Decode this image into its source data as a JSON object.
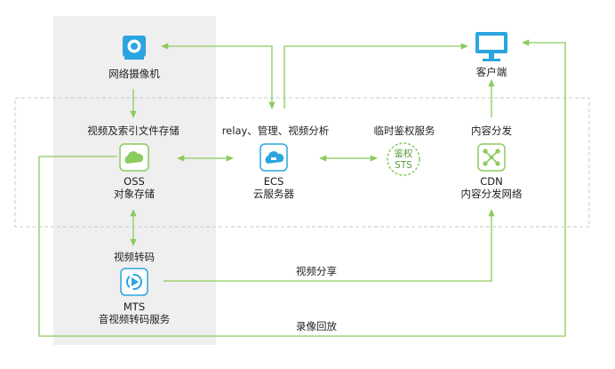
{
  "nodes": {
    "camera": {
      "label": "网络摄像机",
      "icon": "camera-icon"
    },
    "client": {
      "label": "客户端",
      "icon": "monitor-icon"
    },
    "oss": {
      "top_label": "视频及索引文件存储",
      "name": "OSS",
      "desc": "对象存储",
      "icon": "cloud-icon"
    },
    "ecs": {
      "top_label": "relay、管理、视频分析",
      "name": "ECS",
      "desc": "云服务器",
      "icon": "cloud-server-icon"
    },
    "sts": {
      "top_label": "临时鉴权服务",
      "badge_line1": "鉴权",
      "badge_line2": "STS",
      "icon": "seal-icon"
    },
    "cdn": {
      "top_label": "内容分发",
      "name": "CDN",
      "desc": "内容分发网络",
      "icon": "network-icon"
    },
    "mts": {
      "top_label": "视频转码",
      "name": "MTS",
      "desc": "音视频转码服务",
      "icon": "transcode-icon"
    }
  },
  "edges": {
    "share": "视频分享",
    "playback": "录像回放"
  },
  "colors": {
    "green": "#8ccb5e",
    "blue": "#2aa5e0",
    "panel": "#efefef",
    "dash": "#c8c8c8"
  }
}
